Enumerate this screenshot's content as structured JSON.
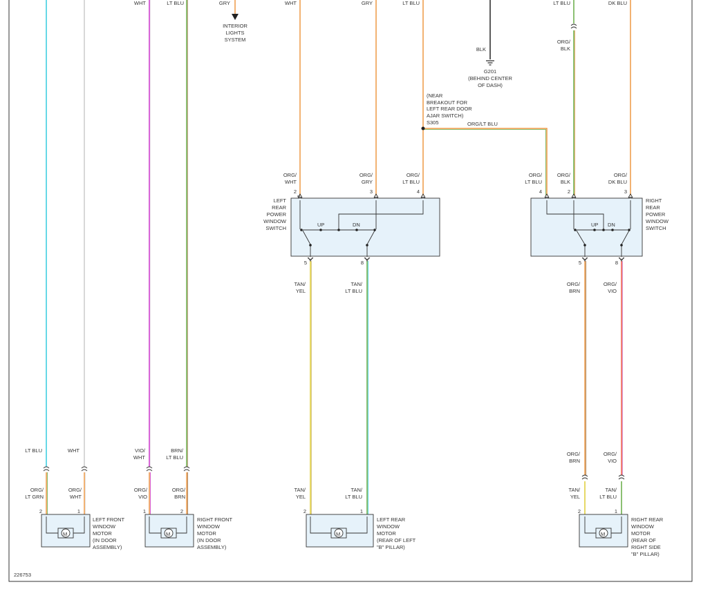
{
  "diagram_number": "226753",
  "top_labels": {
    "wht_a": "WHT",
    "lt_blu_a": "LT BLU",
    "gry_a": "GRY",
    "wht_b": "WHT",
    "gry_b": "GRY",
    "lt_blu_b": "LT BLU",
    "lt_blu_c": "LT BLU",
    "dk_blu": "DK BLU"
  },
  "interior_lights": [
    "INTERIOR",
    "LIGHTS",
    "SYSTEM"
  ],
  "ground": {
    "wire": "BLK",
    "lines": [
      "G201",
      "(BEHIND CENTER",
      "OF DASH)"
    ]
  },
  "splice": {
    "lines": [
      "(NEAR",
      "BREAKOUT FOR",
      "LEFT REAR DOOR",
      "AJAR SWITCH)",
      "S305"
    ],
    "wire": "ORG/LT BLU"
  },
  "left_switch": {
    "name": [
      "LEFT",
      "REAR",
      "POWER",
      "WINDOW",
      "SWITCH"
    ],
    "wires_in": [
      [
        "ORG/",
        "WHT"
      ],
      [
        "ORG/",
        "GRY"
      ],
      [
        "ORG/",
        "LT BLU"
      ]
    ],
    "pins_in": [
      "2",
      "3",
      "4"
    ],
    "pins_out": [
      "5",
      "8"
    ],
    "up": "UP",
    "dn": "DN",
    "wires_out": [
      [
        "TAN/",
        "YEL"
      ],
      [
        "TAN/",
        "LT BLU"
      ]
    ]
  },
  "right_switch": {
    "name": [
      "RIGHT",
      "REAR",
      "POWER",
      "WINDOW",
      "SWITCH"
    ],
    "wires_in": [
      [
        "ORG/",
        "LT BLU"
      ],
      [
        "ORG/",
        "BLK"
      ],
      [
        "ORG/",
        "DK BLU"
      ]
    ],
    "pins_in": [
      "4",
      "2",
      "3"
    ],
    "pins_out": [
      "5",
      "8"
    ],
    "up": "UP",
    "dn": "DN",
    "wires_out": [
      [
        "ORG/",
        "BRN"
      ],
      [
        "ORG/",
        "VIO"
      ]
    ],
    "upper_wire": [
      "ORG/",
      "BLK"
    ]
  },
  "motors": {
    "m": "M",
    "left_front": {
      "name": [
        "LEFT FRONT",
        "WINDOW",
        "MOTOR",
        "(IN DOOR",
        "ASSEMBLY)"
      ],
      "upper": [
        "LT BLU",
        "WHT"
      ],
      "wires": [
        [
          "ORG/",
          "LT GRN"
        ],
        [
          "ORG/",
          "WHT"
        ]
      ],
      "pins": [
        "2",
        "1"
      ]
    },
    "right_front": {
      "name": [
        "RIGHT FRONT",
        "WINDOW",
        "MOTOR",
        "(IN DOOR",
        "ASSEMBLY)"
      ],
      "upper": [
        [
          "VIO/",
          "WHT"
        ],
        [
          "BRN/",
          "LT BLU"
        ]
      ],
      "wires": [
        [
          "ORG/",
          "VIO"
        ],
        [
          "ORG/",
          "BRN"
        ]
      ],
      "pins": [
        "1",
        "2"
      ]
    },
    "left_rear": {
      "name": [
        "LEFT REAR",
        "WINDOW",
        "MOTOR",
        "(REAR OF LEFT",
        "\"B\" PILLAR)"
      ],
      "wires": [
        [
          "TAN/",
          "YEL"
        ],
        [
          "TAN/",
          "LT BLU"
        ]
      ],
      "pins": [
        "2",
        "1"
      ]
    },
    "right_rear": {
      "name": [
        "RIGHT REAR",
        "WINDOW",
        "MOTOR",
        "(REAR OF",
        "RIGHT SIDE",
        "\"B\" PILLAR)"
      ],
      "upper": [
        [
          "ORG/",
          "BRN"
        ],
        [
          "ORG/",
          "VIO"
        ]
      ],
      "wires": [
        [
          "TAN/",
          "YEL"
        ],
        [
          "TAN/",
          "LT BLU"
        ]
      ],
      "pins": [
        "2",
        "1"
      ]
    }
  },
  "colors": {
    "lt_blu": "#33ccdd",
    "wht": "#cccccc",
    "vio": "#cc33cc",
    "org": "#ee9944",
    "grn": "#66aa44",
    "tan": "#ccbb77",
    "yel": "#ddcc33",
    "red": "#ee5544",
    "blk": "#222222",
    "box_fill": "#e6f2fa"
  }
}
